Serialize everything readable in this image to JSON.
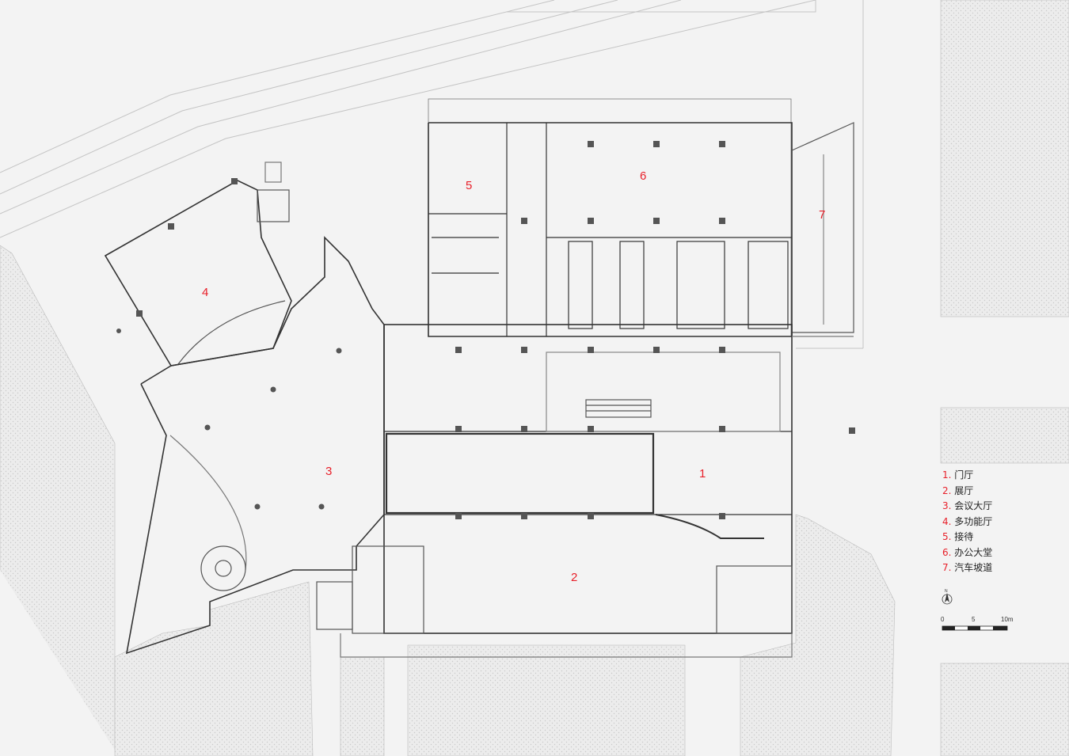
{
  "rooms": [
    {
      "number": "1"
    },
    {
      "number": "2"
    },
    {
      "number": "3"
    },
    {
      "number": "4"
    },
    {
      "number": "5"
    },
    {
      "number": "6"
    },
    {
      "number": "7"
    }
  ],
  "legend": [
    {
      "num": "1.",
      "label": "门厅"
    },
    {
      "num": "2.",
      "label": "展厅"
    },
    {
      "num": "3.",
      "label": "会议大厅"
    },
    {
      "num": "4.",
      "label": "多功能厅"
    },
    {
      "num": "5.",
      "label": "接待"
    },
    {
      "num": "6.",
      "label": "办公大堂"
    },
    {
      "num": "7.",
      "label": "汽车坡道"
    }
  ],
  "north_arrow": {
    "letter": "N"
  },
  "scale_bar": {
    "labels": [
      "0",
      "5",
      "10m"
    ]
  },
  "colors": {
    "room_numbers": "#e8202a",
    "walls": "#333333",
    "hatch": "#e4e4e4",
    "background": "#f3f3f3"
  }
}
